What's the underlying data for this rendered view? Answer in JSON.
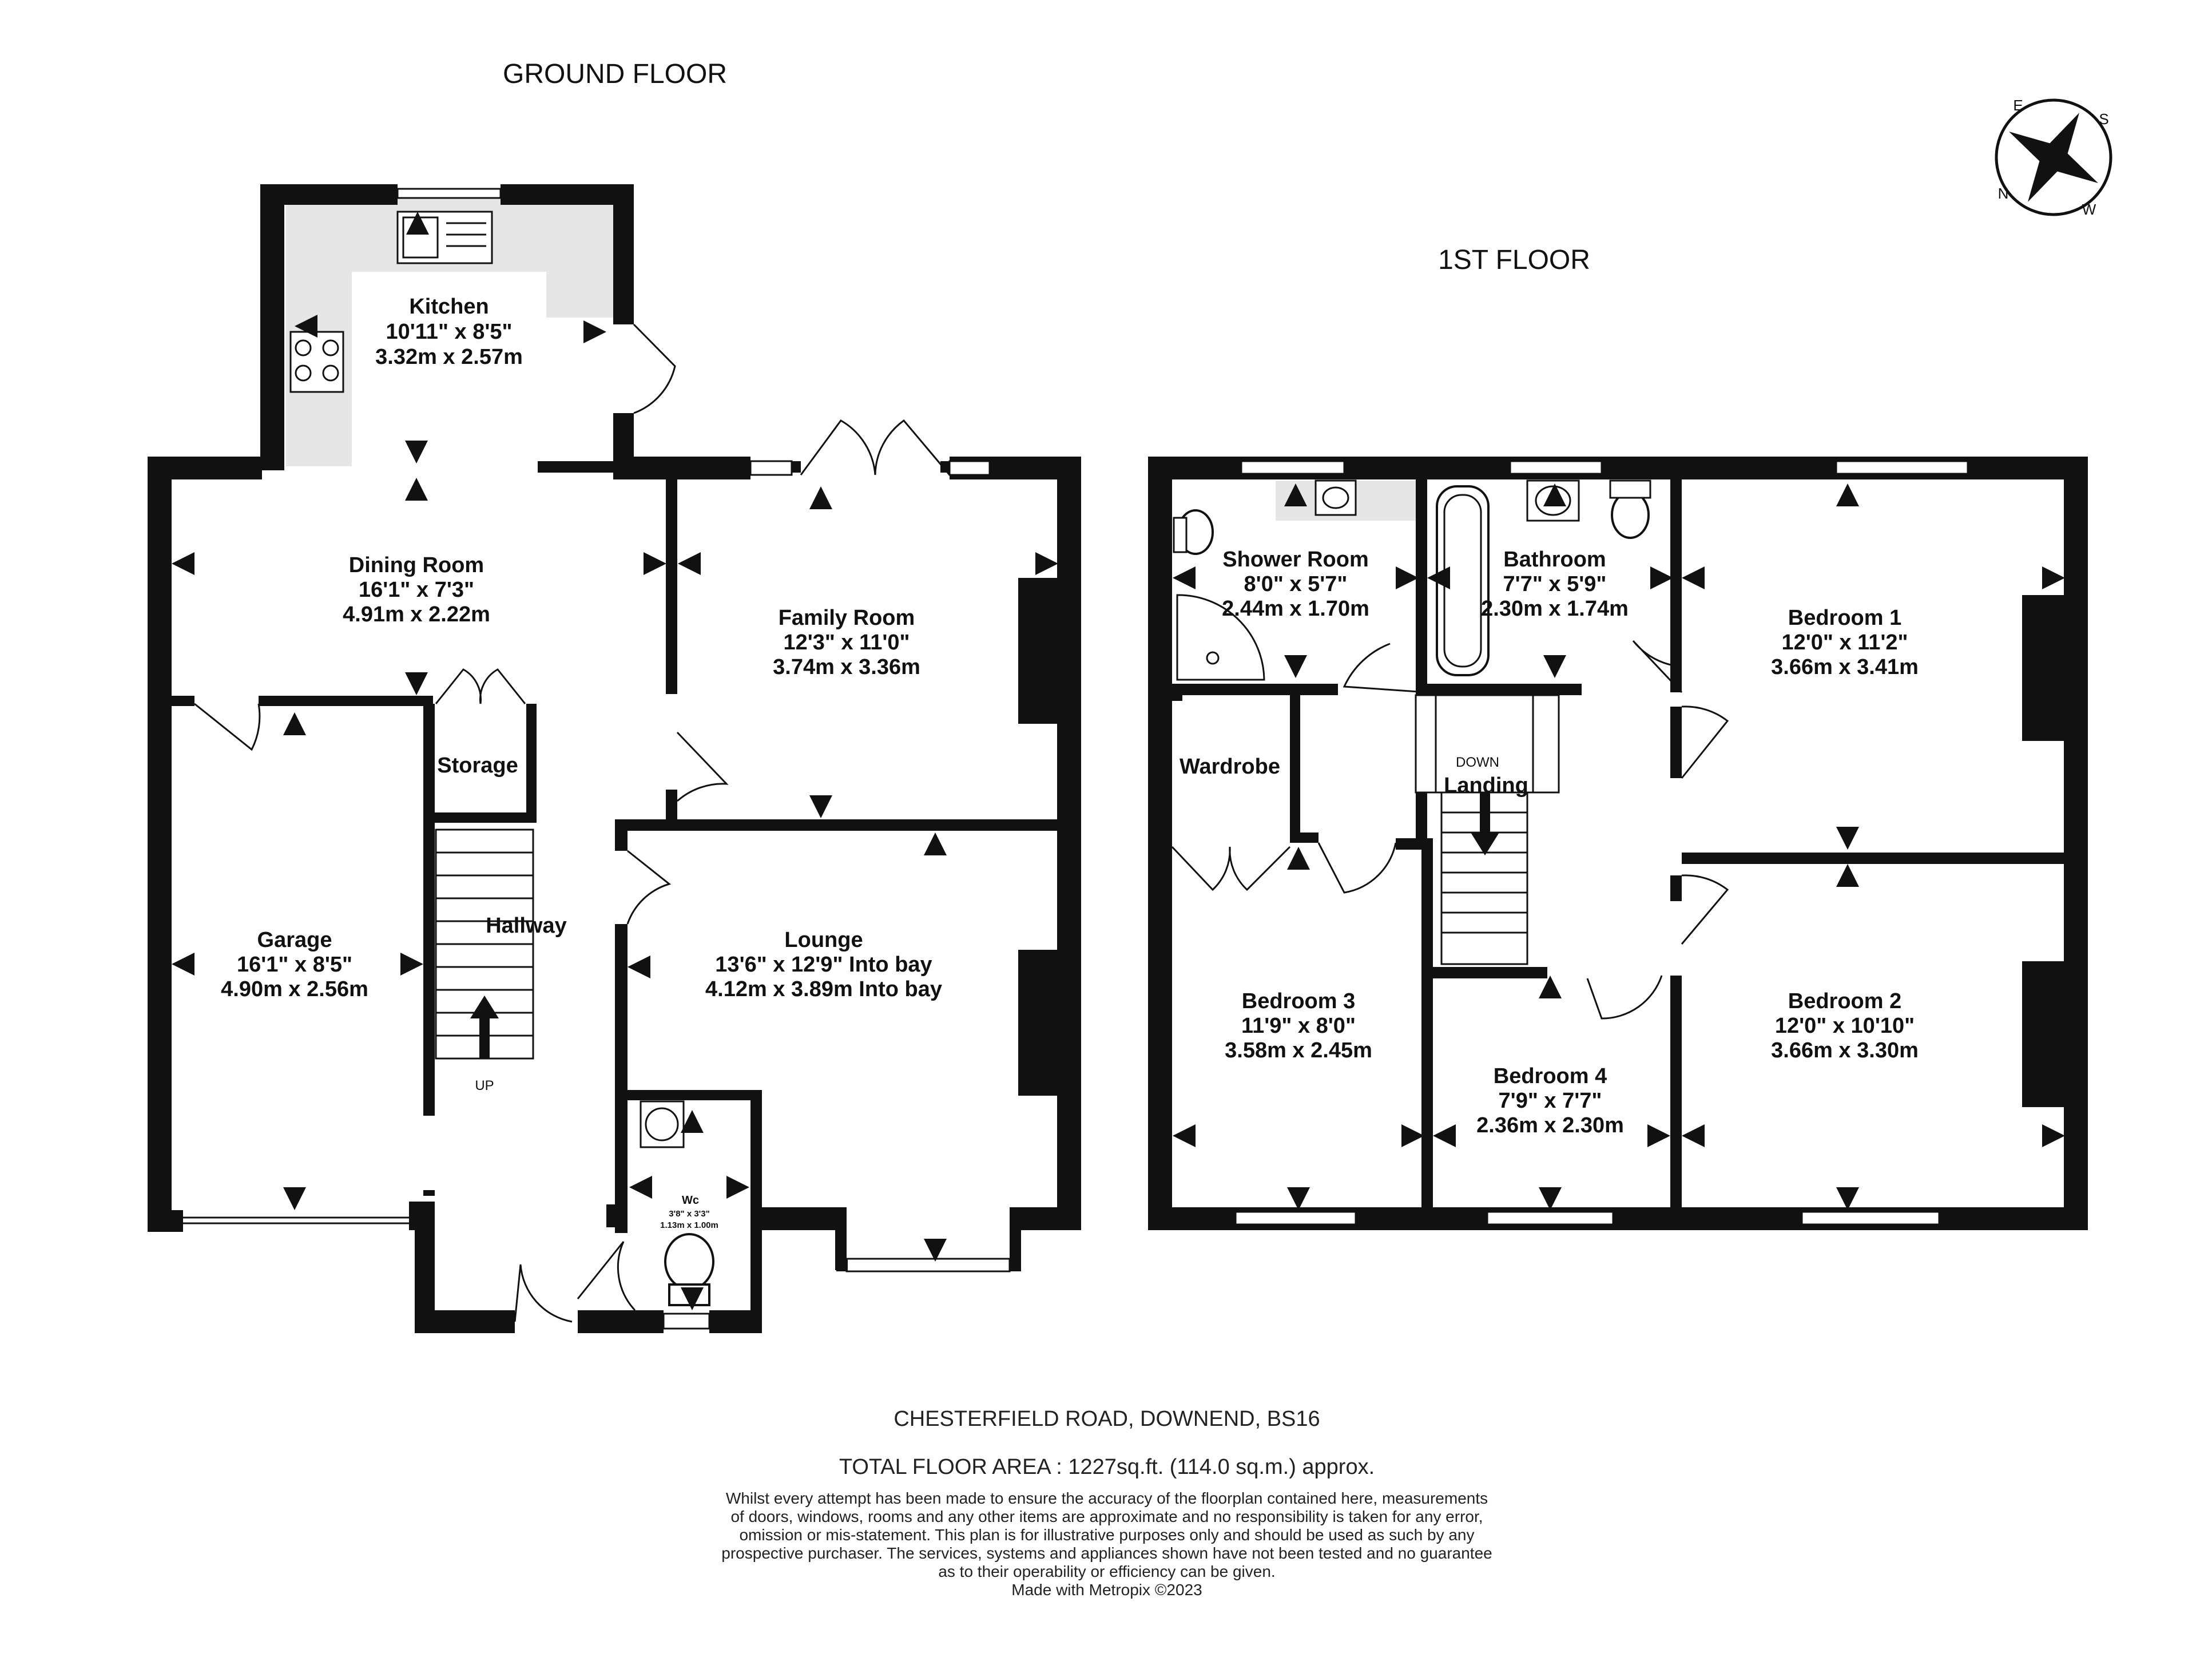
{
  "floors": {
    "ground": "GROUND FLOOR",
    "first": "1ST FLOOR"
  },
  "rooms": {
    "kitchen": {
      "name": "Kitchen",
      "imperial": "10'11\"  x 8'5\"",
      "metric": "3.32m  x 2.57m"
    },
    "dining": {
      "name": "Dining Room",
      "imperial": "16'1\"  x 7'3\"",
      "metric": "4.91m  x 2.22m"
    },
    "family": {
      "name": "Family Room",
      "imperial": "12'3\"  x 11'0\"",
      "metric": "3.74m  x 3.36m"
    },
    "storage": {
      "name": "Storage"
    },
    "hallway": {
      "name": "Hallway"
    },
    "garage": {
      "name": "Garage",
      "imperial": "16'1\"  x 8'5\"",
      "metric": "4.90m  x 2.56m"
    },
    "lounge": {
      "name": "Lounge",
      "imperial": "13'6\"  x 12'9\" Into bay",
      "metric": "4.12m  x 3.89m Into bay"
    },
    "wc": {
      "name": "Wc",
      "imperial": "3'8\"  x 3'3\"",
      "metric": "1.13m  x 1.00m"
    },
    "shower": {
      "name": "Shower Room",
      "imperial": "8'0\"  x 5'7\"",
      "metric": "2.44m  x 1.70m"
    },
    "bathroom": {
      "name": "Bathroom",
      "imperial": "7'7\"  x 5'9\"",
      "metric": "2.30m  x 1.74m"
    },
    "bedroom1": {
      "name": "Bedroom 1",
      "imperial": "12'0\"  x 11'2\"",
      "metric": "3.66m  x 3.41m"
    },
    "wardrobe": {
      "name": "Wardrobe"
    },
    "landing": {
      "name": "Landing"
    },
    "bedroom3": {
      "name": "Bedroom 3",
      "imperial": "11'9\"  x 8'0\"",
      "metric": "3.58m  x 2.45m"
    },
    "bedroom4": {
      "name": "Bedroom 4",
      "imperial": "7'9\"  x 7'7\"",
      "metric": "2.36m  x 2.30m"
    },
    "bedroom2": {
      "name": "Bedroom 2",
      "imperial": "12'0\"  x 10'10\"",
      "metric": "3.66m  x 3.30m"
    }
  },
  "stairs": {
    "up": "UP",
    "down": "DOWN"
  },
  "compass": {
    "n": "N",
    "e": "E",
    "s": "S",
    "w": "W"
  },
  "footer": {
    "address": "CHESTERFIELD ROAD, DOWNEND, BS16",
    "total_area": "TOTAL FLOOR AREA : 1227sq.ft. (114.0 sq.m.) approx.",
    "disclaimer": [
      "Whilst every attempt has been made to ensure the accuracy of the floorplan contained here, measurements",
      "of doors, windows, rooms and any other items are approximate and no responsibility is taken for any error,",
      "omission or mis-statement. This plan is for illustrative purposes only and should be used as such by any",
      "prospective purchaser. The services, systems and appliances shown have not been tested and no guarantee",
      "as to their operability or efficiency can be given."
    ],
    "credit": "Made with Metropix ©2023"
  },
  "colors": {
    "wall": "#111111",
    "floor_fill": "#e6e6e6",
    "background": "#ffffff"
  }
}
